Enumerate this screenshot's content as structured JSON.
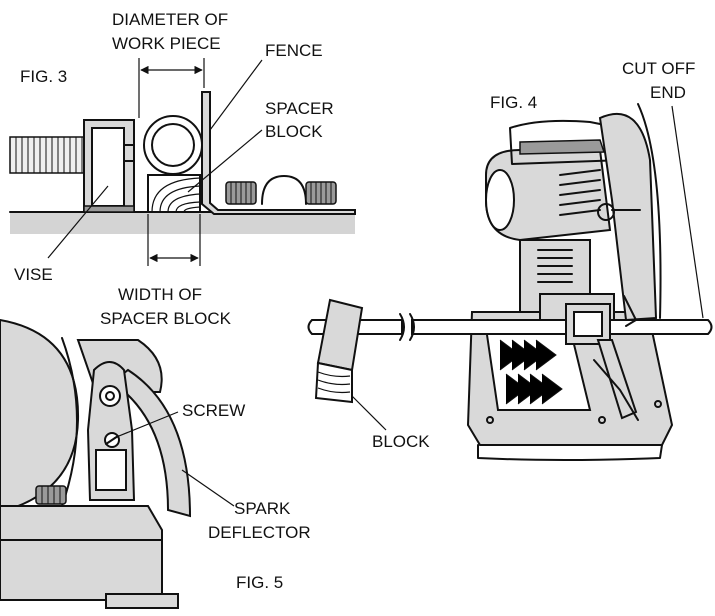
{
  "fig3": {
    "title": "FIG. 3",
    "labels": {
      "diameter_line1": "DIAMETER OF",
      "diameter_line2": "WORK PIECE",
      "fence": "FENCE",
      "spacer_line1": "SPACER",
      "spacer_line2": "BLOCK",
      "vise": "VISE",
      "width_line1": "WIDTH OF",
      "width_line2": "SPACER BLOCK"
    }
  },
  "fig4": {
    "title": "FIG. 4",
    "labels": {
      "cutoff_line1": "CUT OFF",
      "cutoff_line2": "END",
      "block": "BLOCK"
    }
  },
  "fig5": {
    "title": "FIG. 5",
    "labels": {
      "screw": "SCREW",
      "spark_line1": "SPARK",
      "spark_line2": "DEFLECTOR"
    }
  }
}
